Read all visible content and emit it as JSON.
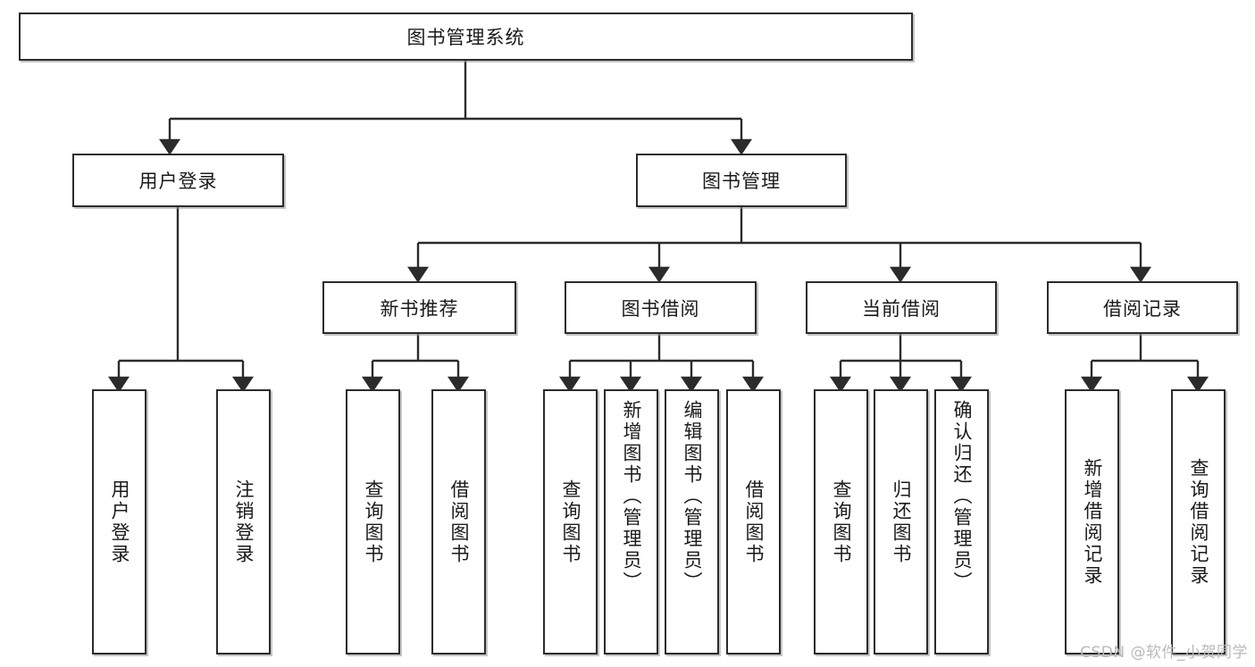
{
  "diagram": {
    "title": "图书管理系统",
    "type": "tree-hierarchy",
    "watermark": "CSDN @软件_小贺同学",
    "colors": {
      "box_border": "#2b2b2b",
      "box_fill": "#ffffff",
      "connector": "#2b2b2b",
      "text": "#1a1a1a",
      "watermark": "#b9b9b9"
    },
    "nodes": {
      "root": {
        "label": "图书管理系统"
      },
      "level2": [
        {
          "id": "user-login",
          "label": "用户登录"
        },
        {
          "id": "book-manage",
          "label": "图书管理"
        }
      ],
      "level3": [
        {
          "id": "new-book-recommend",
          "label": "新书推荐"
        },
        {
          "id": "book-borrow",
          "label": "图书借阅"
        },
        {
          "id": "current-borrow",
          "label": "当前借阅"
        },
        {
          "id": "borrow-record",
          "label": "借阅记录"
        }
      ],
      "leaves": {
        "user-login": [
          {
            "id": "leaf-user-login",
            "label": "用户登录"
          },
          {
            "id": "leaf-logout",
            "label": "注销登录"
          }
        ],
        "new-book-recommend": [
          {
            "id": "leaf-query-book-1",
            "label": "查询图书"
          },
          {
            "id": "leaf-borrow-book-1",
            "label": "借阅图书"
          }
        ],
        "book-borrow": [
          {
            "id": "leaf-query-book-2",
            "label": "查询图书"
          },
          {
            "id": "leaf-add-book",
            "label": "新增图书（管理员）"
          },
          {
            "id": "leaf-edit-book",
            "label": "编辑图书（管理员）"
          },
          {
            "id": "leaf-borrow-book-2",
            "label": "借阅图书"
          }
        ],
        "current-borrow": [
          {
            "id": "leaf-query-book-3",
            "label": "查询图书"
          },
          {
            "id": "leaf-return-book",
            "label": "归还图书"
          },
          {
            "id": "leaf-confirm-return",
            "label": "确认归还（管理员）"
          }
        ],
        "borrow-record": [
          {
            "id": "leaf-add-record",
            "label": "新增借阅记录"
          },
          {
            "id": "leaf-query-record",
            "label": "查询借阅记录"
          }
        ]
      }
    }
  }
}
